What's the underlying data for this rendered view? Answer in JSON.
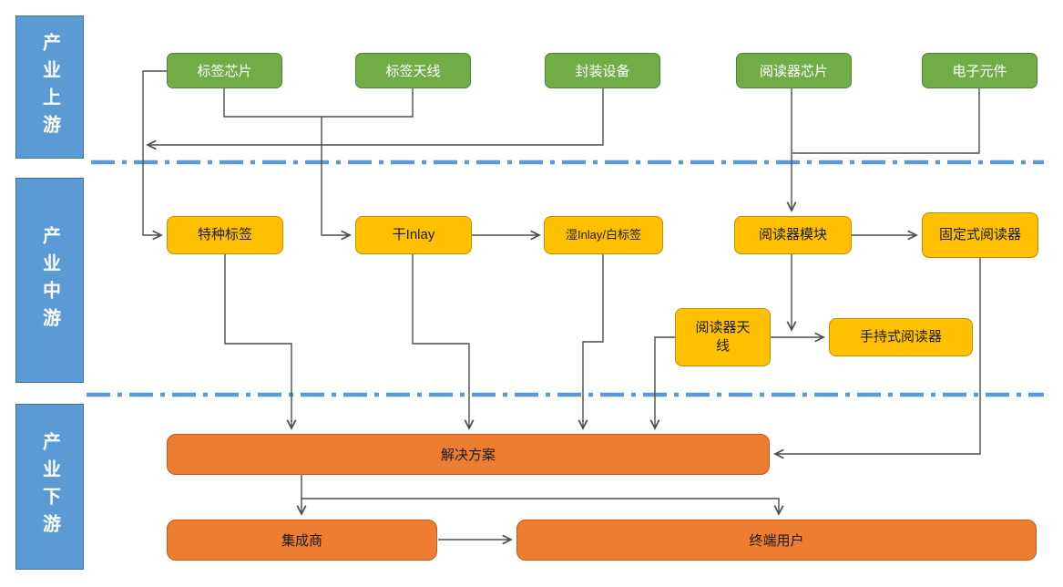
{
  "diagram": {
    "stages": {
      "upstream": {
        "label": "产业上游"
      },
      "midstream": {
        "label": "产业中游"
      },
      "downstream": {
        "label": "产业下游"
      }
    },
    "nodes": {
      "tag_chip": {
        "label": "标签芯片"
      },
      "tag_antenna": {
        "label": "标签天线"
      },
      "packaging_equipment": {
        "label": "封装设备"
      },
      "reader_chip": {
        "label": "阅读器芯片"
      },
      "electronic_components": {
        "label": "电子元件"
      },
      "special_tag": {
        "label": "特种标签"
      },
      "dry_inlay": {
        "label": "干Inlay"
      },
      "wet_inlay": {
        "label": "湿Inlay/白标签"
      },
      "reader_module": {
        "label": "阅读器模块"
      },
      "fixed_reader": {
        "label": "固定式阅读器"
      },
      "reader_antenna": {
        "label": "阅读器天线"
      },
      "handheld_reader": {
        "label": "手持式阅读器"
      },
      "solution": {
        "label": "解决方案"
      },
      "integrator": {
        "label": "集成商"
      },
      "end_user": {
        "label": "终端用户"
      }
    },
    "colors": {
      "stage_fill": "#5B9BD5",
      "stage_border": "#41719C",
      "upstream_fill": "#70AD47",
      "upstream_border": "#548235",
      "midstream_fill": "#FFC000",
      "midstream_border": "#BF9000",
      "downstream_fill": "#ED7D31",
      "downstream_border": "#C55A11",
      "divider": "#5B9BD5",
      "connector": "#4D4D4D"
    }
  }
}
